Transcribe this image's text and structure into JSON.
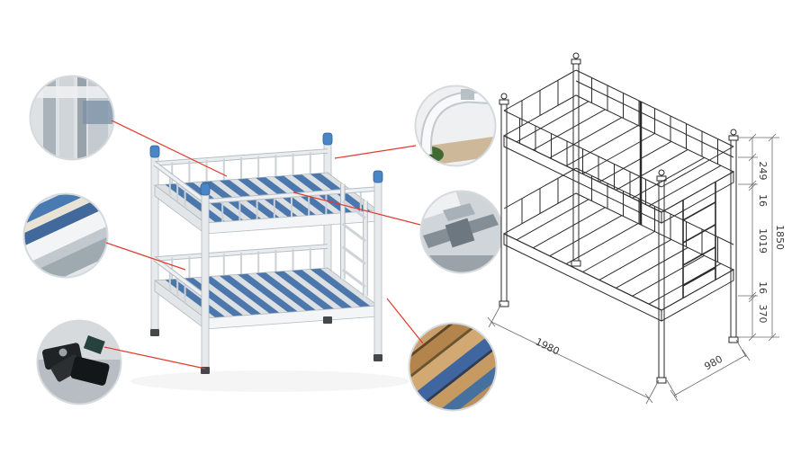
{
  "page": {
    "background": "#ffffff",
    "description": "metal bunk bed product detail sheet with callout close-ups and dimensioned isometric drawing"
  },
  "render": {
    "accent_cap_blue": "#4a86c5",
    "slat_blue": "#3d6fa8",
    "frame_color": "#eceef0",
    "callout_line_red": "#e23b2e"
  },
  "callouts": {
    "frame_joint": {
      "name": "frame-corner-joint"
    },
    "slat_frame": {
      "name": "slat-and-frame-corner"
    },
    "plastic_feet": {
      "name": "plastic-foot-pads"
    },
    "guardrail_tube": {
      "name": "guardrail-tube-bend"
    },
    "bracket": {
      "name": "steel-support-bracket"
    },
    "wood_slats": {
      "name": "wooden-slats-with-straps"
    }
  },
  "technical_drawing": {
    "line_color": "#2a2a2a",
    "dim_color": "#6b6b6b",
    "dimensions": {
      "seg_249": "249",
      "seg_16_upper": "16",
      "seg_1019": "1019",
      "overall_height": "1850",
      "seg_16_lower": "16",
      "seg_370": "370",
      "length": "1980",
      "depth": "980"
    }
  }
}
